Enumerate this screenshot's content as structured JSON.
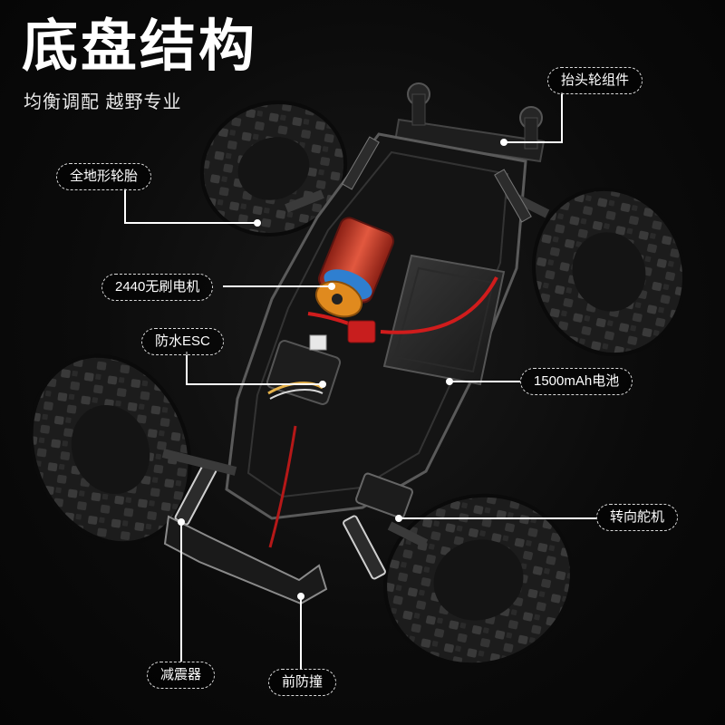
{
  "header": {
    "title": "底盘结构",
    "subtitle": "均衡调配 越野专业"
  },
  "callouts": {
    "lift_arm": "抬头轮组件",
    "tires": "全地形轮胎",
    "motor": "2440无刷电机",
    "esc": "防水ESC",
    "battery": "1500mAh电池",
    "servo": "转向舵机",
    "shock": "减震器",
    "bumper": "前防撞"
  },
  "colors": {
    "background": "#0b0b0b",
    "motor_can": "#d9442f",
    "motor_mount": "#e08a1e",
    "motor_ring": "#2f7fd0",
    "wire_red": "#d01c1c",
    "connector_red": "#c81e1e",
    "callout_border": "#d9d9d9"
  }
}
